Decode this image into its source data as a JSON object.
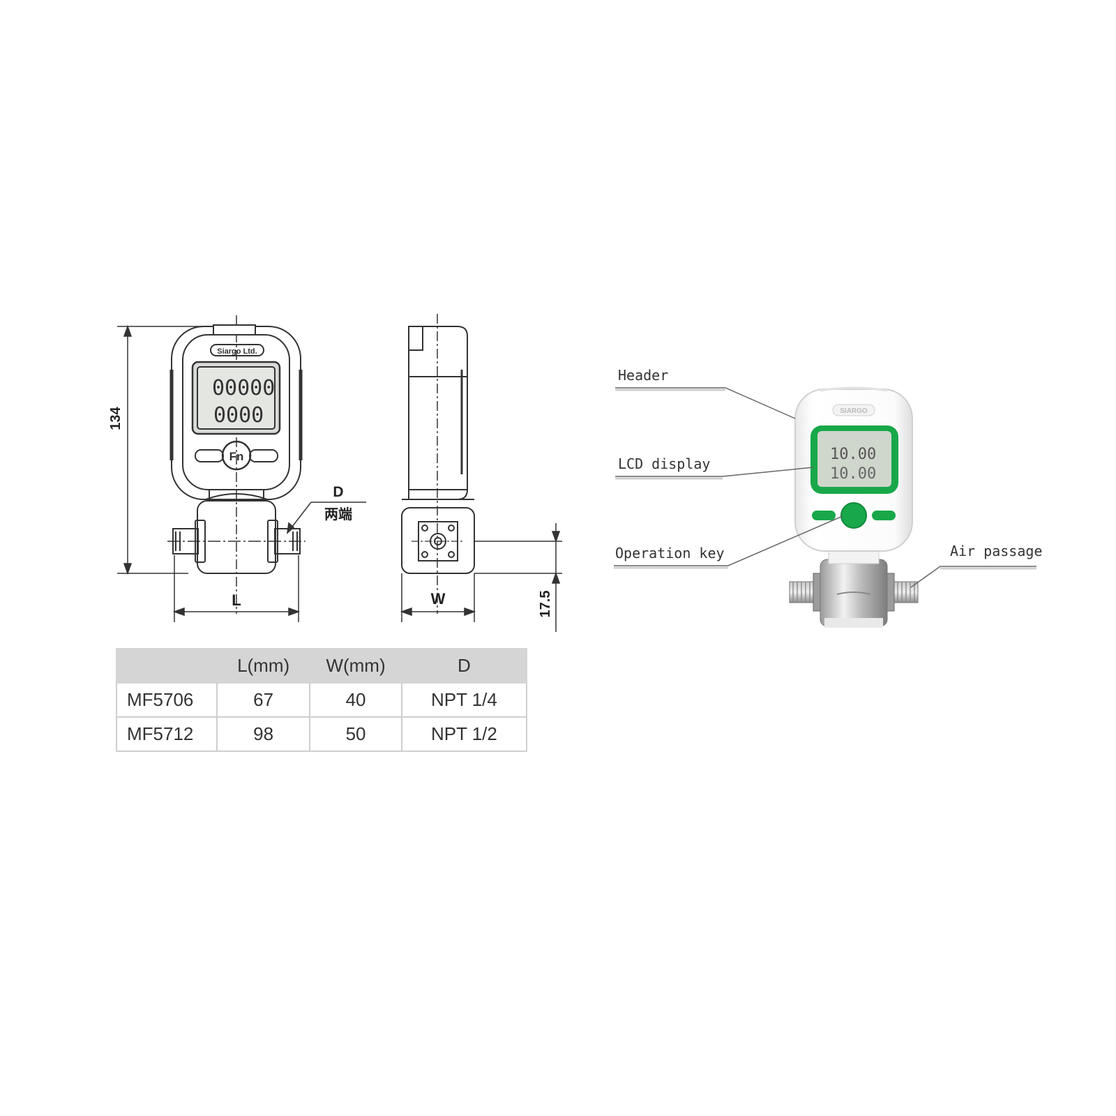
{
  "dimensions": {
    "height": "134",
    "length": "L",
    "width": "W",
    "connector": "D",
    "connector_note": "两端",
    "base_height": "17.5"
  },
  "device_screen": {
    "brand": "Siargo Ltd.",
    "top_value": "00000",
    "bottom_value": "0000",
    "fn_key": "Fn"
  },
  "photo_labels": {
    "header": "Header",
    "lcd_display": "LCD display",
    "operation_key": "Operation key",
    "air_passage": "Air passage"
  },
  "spec_table": {
    "headers": [
      "",
      "L(mm)",
      "W(mm)",
      "D"
    ],
    "rows": [
      {
        "model": "MF5706",
        "l": "67",
        "w": "40",
        "d": "NPT 1/4"
      },
      {
        "model": "MF5712",
        "l": "98",
        "w": "50",
        "d": "NPT 1/2"
      }
    ]
  },
  "colors": {
    "accent_green": "#18a84a",
    "lcd_background": "#cfd6cc",
    "line": "#333333"
  }
}
